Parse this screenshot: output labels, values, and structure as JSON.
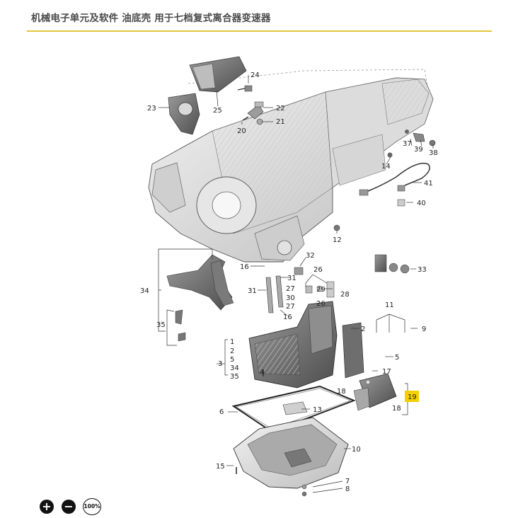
{
  "header": {
    "title": "机械电子单元及软件 油底壳 用于七档复式离合器变速器",
    "accent_color": "#e8c33a"
  },
  "callouts": [
    {
      "id": "1"
    },
    {
      "id": "2"
    },
    {
      "id": "3"
    },
    {
      "id": "4"
    },
    {
      "id": "5"
    },
    {
      "id": "6"
    },
    {
      "id": "7"
    },
    {
      "id": "8"
    },
    {
      "id": "9"
    },
    {
      "id": "10"
    },
    {
      "id": "11"
    },
    {
      "id": "12"
    },
    {
      "id": "13"
    },
    {
      "id": "14"
    },
    {
      "id": "15"
    },
    {
      "id": "16"
    },
    {
      "id": "17"
    },
    {
      "id": "18"
    },
    {
      "id": "19",
      "highlighted": true
    },
    {
      "id": "20"
    },
    {
      "id": "21"
    },
    {
      "id": "22"
    },
    {
      "id": "23"
    },
    {
      "id": "24"
    },
    {
      "id": "25"
    },
    {
      "id": "26"
    },
    {
      "id": "27"
    },
    {
      "id": "28"
    },
    {
      "id": "29"
    },
    {
      "id": "30"
    },
    {
      "id": "31"
    },
    {
      "id": "32"
    },
    {
      "id": "33"
    },
    {
      "id": "34"
    },
    {
      "id": "35"
    },
    {
      "id": "37"
    },
    {
      "id": "38"
    },
    {
      "id": "39"
    },
    {
      "id": "40"
    },
    {
      "id": "41"
    }
  ],
  "group_labels": {
    "g3": [
      "1",
      "2",
      "5",
      "34",
      "35"
    ]
  },
  "highlight_color": "#f5d000",
  "controls": {
    "zoom_in_icon": "plus-circle-icon",
    "zoom_out_icon": "minus-circle-icon",
    "zoom_reset_label": "100%"
  }
}
